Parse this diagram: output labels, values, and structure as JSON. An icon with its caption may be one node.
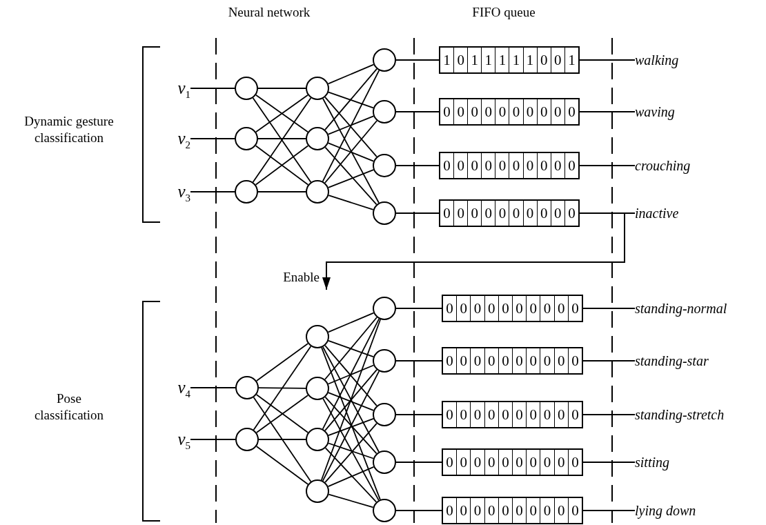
{
  "diagram": {
    "nodes": [
      {
        "text": [
          "v$_{1}$"
        ]
      },
      {
        "text": [
          "v$_{2}$"
        ]
      },
      {
        "text": [
          "v$_{3}$"
        ]
      },
      {
        "text": [],
        "shape": "circle"
      },
      {
        "text": [],
        "shape": "circle"
      },
      {
        "text": [],
        "shape": "circle"
      },
      {
        "text": [],
        "shape": "circle"
      },
      {
        "text": [],
        "shape": "circle"
      },
      {
        "text": [],
        "shape": "circle"
      },
      {
        "text": [],
        "shape": "circle"
      },
      {
        "text": [],
        "shape": "circle"
      },
      {
        "text": [],
        "shape": "circle"
      },
      {
        "text": [],
        "shape": "circle"
      },
      {
        "text": [
          "1",
          "0",
          "1",
          "1",
          "1",
          "1",
          "1",
          "0",
          "0",
          "1"
        ]
      },
      {
        "text": [
          "0",
          "0",
          "0",
          "0",
          "0",
          "0",
          "0",
          "0",
          "0",
          "0"
        ]
      },
      {
        "text": [
          "0",
          "0",
          "0",
          "0",
          "0",
          "0",
          "0",
          "0",
          "0",
          "0"
        ]
      },
      {
        "text": [
          "0",
          "0",
          "0",
          "0",
          "0",
          "0",
          "0",
          "0",
          "0",
          "0"
        ]
      },
      {
        "text": [
          "walking"
        ]
      },
      {
        "text": [
          "waving"
        ]
      },
      {
        "text": [
          "crouching"
        ]
      },
      {
        "text": [
          "inactive"
        ]
      },
      {
        "text": [
          "v$_{4}$"
        ]
      },
      {
        "text": [
          "v$_{5}$"
        ]
      },
      {
        "text": [],
        "shape": "circle"
      },
      {
        "text": [],
        "shape": "circle"
      },
      {
        "text": [],
        "shape": "circle"
      },
      {
        "text": [],
        "shape": "circle"
      },
      {
        "text": [],
        "shape": "circle"
      },
      {
        "text": [],
        "shape": "circle"
      },
      {
        "text": [],
        "shape": "circle"
      },
      {
        "text": [],
        "shape": "circle"
      },
      {
        "text": [],
        "shape": "circle"
      },
      {
        "text": [],
        "shape": "circle"
      },
      {
        "text": [],
        "shape": "circle"
      },
      {
        "text": [
          "0",
          "0",
          "0",
          "0",
          "0",
          "0",
          "0",
          "0",
          "0",
          "0"
        ]
      },
      {
        "text": [
          "0",
          "0",
          "0",
          "0",
          "0",
          "0",
          "0",
          "0",
          "0",
          "0"
        ]
      },
      {
        "text": [
          "0",
          "0",
          "0",
          "0",
          "0",
          "0",
          "0",
          "0",
          "0",
          "0"
        ]
      },
      {
        "text": [
          "0",
          "0",
          "0",
          "0",
          "0",
          "0",
          "0",
          "0",
          "0",
          "0"
        ]
      },
      {
        "text": [
          "0",
          "0",
          "0",
          "0",
          "0",
          "0",
          "0",
          "0",
          "0",
          "0"
        ]
      },
      {
        "text": [
          "standing-normal"
        ]
      },
      {
        "text": [
          "standing-star"
        ]
      },
      {
        "text": [
          "standing-stretch"
        ]
      },
      {
        "text": [
          "sitting"
        ]
      },
      {
        "text": [
          "lying down"
        ]
      }
    ],
    "edges": [
      {
        "from": 0,
        "to": 3,
        "arrow": "none"
      },
      {
        "from": 1,
        "to": 4,
        "arrow": "none"
      },
      {
        "from": 2,
        "to": 5,
        "arrow": "none"
      },
      {
        "from": 3,
        "to": 6,
        "arrow": "none"
      },
      {
        "from": 3,
        "to": 7,
        "arrow": "none"
      },
      {
        "from": 3,
        "to": 8,
        "arrow": "none"
      },
      {
        "from": 4,
        "to": 6,
        "arrow": "none"
      },
      {
        "from": 4,
        "to": 7,
        "arrow": "none"
      },
      {
        "from": 4,
        "to": 8,
        "arrow": "none"
      },
      {
        "from": 5,
        "to": 6,
        "arrow": "none"
      },
      {
        "from": 5,
        "to": 7,
        "arrow": "none"
      },
      {
        "from": 5,
        "to": 8,
        "arrow": "none"
      },
      {
        "from": 6,
        "to": 9,
        "arrow": "none"
      },
      {
        "from": 6,
        "to": 10,
        "arrow": "none"
      },
      {
        "from": 6,
        "to": 11,
        "arrow": "none"
      },
      {
        "from": 6,
        "to": 12,
        "arrow": "none"
      },
      {
        "from": 7,
        "to": 9,
        "arrow": "none"
      },
      {
        "from": 7,
        "to": 10,
        "arrow": "none"
      },
      {
        "from": 7,
        "to": 11,
        "arrow": "none"
      },
      {
        "from": 7,
        "to": 12,
        "arrow": "none"
      },
      {
        "from": 8,
        "to": 9,
        "arrow": "none"
      },
      {
        "from": 8,
        "to": 10,
        "arrow": "none"
      },
      {
        "from": 8,
        "to": 11,
        "arrow": "none"
      },
      {
        "from": 8,
        "to": 12,
        "arrow": "none"
      },
      {
        "from": 9,
        "to": 13,
        "arrow": "none"
      },
      {
        "from": 10,
        "to": 14,
        "arrow": "none"
      },
      {
        "from": 11,
        "to": 15,
        "arrow": "none"
      },
      {
        "from": 12,
        "to": 16,
        "arrow": "none"
      },
      {
        "from": 13,
        "to": 17,
        "arrow": "none"
      },
      {
        "from": 14,
        "to": 18,
        "arrow": "none"
      },
      {
        "from": 15,
        "to": 19,
        "arrow": "none"
      },
      {
        "from": 16,
        "to": 20,
        "arrow": "none"
      },
      {
        "from": 16,
        "to": null,
        "arrow": "to",
        "label": "Enable"
      },
      {
        "from": 21,
        "to": 23,
        "arrow": "none"
      },
      {
        "from": 22,
        "to": 24,
        "arrow": "none"
      },
      {
        "from": 23,
        "to": 25,
        "arrow": "none"
      },
      {
        "from": 23,
        "to": 26,
        "arrow": "none"
      },
      {
        "from": 23,
        "to": 27,
        "arrow": "none"
      },
      {
        "from": 23,
        "to": 28,
        "arrow": "none"
      },
      {
        "from": 24,
        "to": 25,
        "arrow": "none"
      },
      {
        "from": 24,
        "to": 26,
        "arrow": "none"
      },
      {
        "from": 24,
        "to": 27,
        "arrow": "none"
      },
      {
        "from": 24,
        "to": 28,
        "arrow": "none"
      },
      {
        "from": 25,
        "to": 29,
        "arrow": "none"
      },
      {
        "from": 25,
        "to": 30,
        "arrow": "none"
      },
      {
        "from": 25,
        "to": 31,
        "arrow": "none"
      },
      {
        "from": 25,
        "to": 32,
        "arrow": "none"
      },
      {
        "from": 25,
        "to": 33,
        "arrow": "none"
      },
      {
        "from": 26,
        "to": 29,
        "arrow": "none"
      },
      {
        "from": 26,
        "to": 30,
        "arrow": "none"
      },
      {
        "from": 26,
        "to": 31,
        "arrow": "none"
      },
      {
        "from": 26,
        "to": 32,
        "arrow": "none"
      },
      {
        "from": 26,
        "to": 33,
        "arrow": "none"
      },
      {
        "from": 27,
        "to": 29,
        "arrow": "none"
      },
      {
        "from": 27,
        "to": 30,
        "arrow": "none"
      },
      {
        "from": 27,
        "to": 31,
        "arrow": "none"
      },
      {
        "from": 27,
        "to": 32,
        "arrow": "none"
      },
      {
        "from": 27,
        "to": 33,
        "arrow": "none"
      },
      {
        "from": 28,
        "to": 29,
        "arrow": "none"
      },
      {
        "from": 28,
        "to": 30,
        "arrow": "none"
      },
      {
        "from": 28,
        "to": 31,
        "arrow": "none"
      },
      {
        "from": 28,
        "to": 32,
        "arrow": "none"
      },
      {
        "from": 28,
        "to": 33,
        "arrow": "none"
      },
      {
        "from": 29,
        "to": 34,
        "arrow": "none"
      },
      {
        "from": 30,
        "to": 35,
        "arrow": "none"
      },
      {
        "from": 31,
        "to": 36,
        "arrow": "none"
      },
      {
        "from": 32,
        "to": 37,
        "arrow": "none"
      },
      {
        "from": 33,
        "to": 38,
        "arrow": "none"
      },
      {
        "from": 34,
        "to": 39,
        "arrow": "none"
      },
      {
        "from": 35,
        "to": 40,
        "arrow": "none"
      },
      {
        "from": 36,
        "to": 41,
        "arrow": "none"
      },
      {
        "from": 37,
        "to": 42,
        "arrow": "none"
      },
      {
        "from": 38,
        "to": 43,
        "arrow": "none"
      }
    ],
    "labels": [
      "Neural network",
      "FIFO queue",
      "Dynamic gesture classification",
      "Pose classification"
    ]
  }
}
